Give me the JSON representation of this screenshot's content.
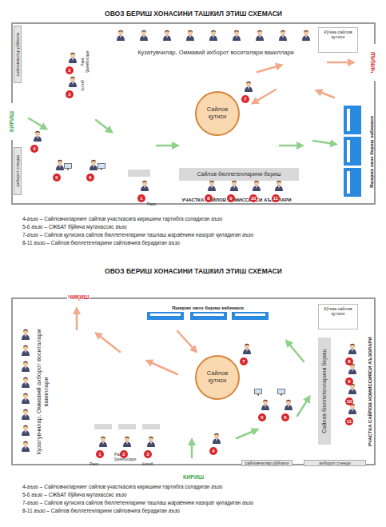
{
  "diagram": {
    "nodes": [
      {
        "text": [
          "ОВОЗ БЕРИШ ХОНАСИНИ ТАШКИЛ ЭТИШ СХЕМАСИ"
        ]
      },
      {
        "text": [
          "Сайлов қутиси"
        ],
        "in": 0
      },
      {
        "text": [
          "Кўчма сайлов қутиси"
        ],
        "in": 0
      },
      {
        "text": [
          "Яширин овоз бериш кабинаси"
        ],
        "in": 0
      },
      {
        "text": [
          "Сайлов бюллетенларини бериш"
        ],
        "in": 0
      },
      {
        "text": [
          "сайловчилар рўйхати"
        ],
        "in": 0
      },
      {
        "text": [
          "ахборот стенди"
        ],
        "in": 0
      },
      {
        "text": [
          "ОВОЗ БЕРИШ ХОНАСИНИ ТАШКИЛ ЭТИШ СХЕМАСИ"
        ]
      },
      {
        "text": [
          "Сайлов қутиси"
        ],
        "in": 7
      },
      {
        "text": [
          "Кўчма сайлов қутиси"
        ],
        "in": 7
      },
      {
        "text": [
          "Яширин овоз бериш кабинаси"
        ],
        "in": 7
      },
      {
        "text": [
          "Сайлов бюллетенларини бериш"
        ],
        "in": 7
      },
      {
        "text": [
          "сайловчилар рўйхати"
        ],
        "in": 7
      },
      {
        "text": [
          "ахборот стенди"
        ],
        "in": 7
      }
    ],
    "labels": [
      "Кузатувчилар, Оммавий ахборот воситалари вакиллари",
      "ЧИҚИШ",
      "КИРИШ",
      "Раис ўринбосари",
      "Котиб",
      "Раис",
      "УЧАСТКА САЙЛОВ КОМИССИЯСИ АЪЗОЛАРИ",
      "1",
      "2",
      "3",
      "4",
      "5",
      "6",
      "7",
      "8",
      "9",
      "10",
      "11",
      "4-аъзо – Сайловчиларнинг сайлов участкасига киришини тартибга соладиган аъзо",
      "5-6 аъзо – СЖБАТ бўйича мутахассис аъзо",
      "7-аъзо – Сайлов қутисига сайлов бюллетенларини ташлаш жараёнини назорат қиладиган аъзо",
      "8-11 аъзо – Сайлов бюллетенларини сайловчига берадиган аъзо",
      "Кузатувчилар, Оммавий ахборот воситалари вакиллари",
      "ЧИҚИШ",
      "КИРИШ",
      "Раис ўринбосари",
      "Котиб",
      "Раис",
      "УЧАСТКА САЙЛОВ КОМИССИЯСИ АЪЗОЛАРИ",
      "1",
      "2",
      "3",
      "4",
      "5",
      "6",
      "7",
      "8",
      "9",
      "10",
      "11",
      "4-аъзо – Сайловчиларнинг сайлов участкасига киришини тартибга соладиган аъзо",
      "5-6 аъзо – СЖБАТ бўйича мутахассис аъзо",
      "7-аъзо – Сайлов қутисига сайлов бюллетенларини ташлаш жараёнини назорат қиладиган аъзо",
      "8-11 аъзо – Сайлов бюллетенларини сайловчига берадиган аъзо"
    ]
  }
}
